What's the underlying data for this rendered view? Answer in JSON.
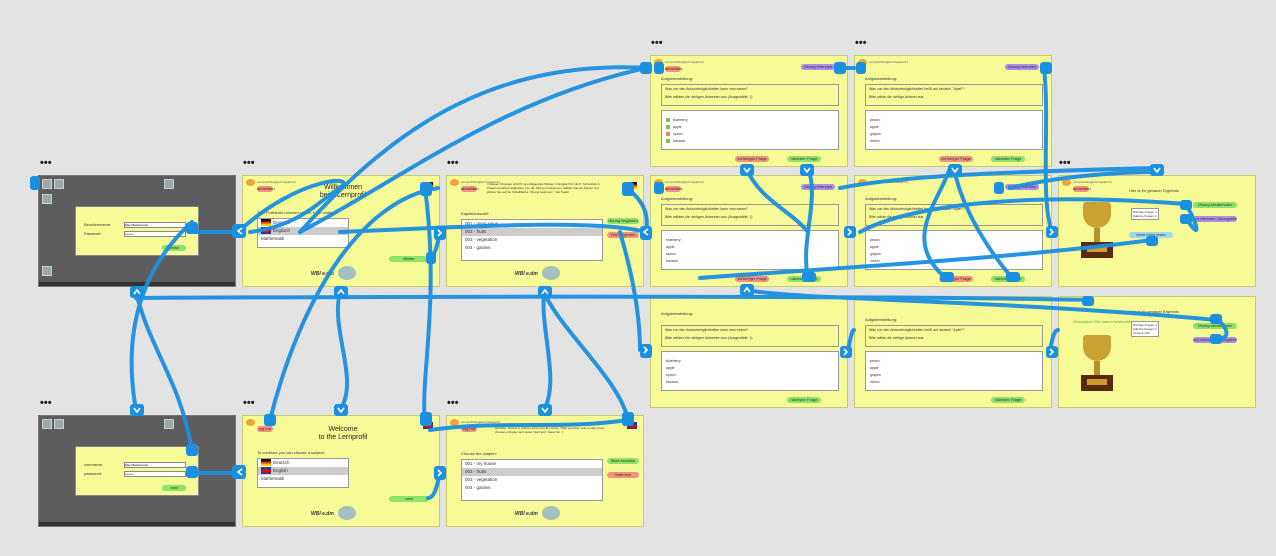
{
  "frame_menu_label": "•••",
  "common": {
    "header_line": "Lernprofil Englisch Kapitel 01",
    "login_badge": "abmelden",
    "login_badge_en": "log out",
    "brand": "WBI e.dm",
    "partner": "Pädagogisch Bildungsentwicklung"
  },
  "login_de": {
    "user_label": "Benutzername:",
    "pass_label": "Passwort:",
    "user_value": "Max Mustermann",
    "pass_value": "••••••••",
    "button": "Weiter"
  },
  "login_en": {
    "user_label": "username:",
    "pass_label": "password:",
    "user_value": "Max Mustermann",
    "pass_value": "••••••••",
    "button": "next"
  },
  "welcome_de": {
    "title_line1": "Willkommen",
    "title_line2": "beim Lernprofil",
    "prompt": "Zum Fortfahren können sie ein Fach wählen:",
    "subjects": [
      "Deutsch",
      "Englisch",
      "Mathematik"
    ],
    "button": "Weiter"
  },
  "welcome_en": {
    "title_line1": "Welcome",
    "title_line2": "to the Lernprofil",
    "prompt": "To continue you can choose a subject:",
    "subjects": [
      "Deutsch",
      "English",
      "Mathematik"
    ],
    "button": "next"
  },
  "chapters_de": {
    "intro": "In diesen Übungen wird Ihr grundlegendes Wissen in Englisch für die 5. Schulstufe in Zusammenarbeit aufgebaut. Um die Übung zu beginnen, wählen Sie ein Kapitel und klicken Sie auf die Schaltfläche \"Übung beginnen\". Viel Spaß!",
    "label": "Kapitelauswahl:",
    "items": [
      "001 - mein Haus",
      "002 - fruits",
      "003 - vegetation",
      "004 - garden"
    ],
    "start": "Übung beginnen",
    "learn": "Test beginnen"
  },
  "chapters_en": {
    "intro": "In this exercise, the knowledge for the 5. grade in Austria is built up. To start the exercise, choose a chapter and press the button \"Start exercise\" and to start a test choose a chapter and press \"start test\". Have fun :)",
    "label": "Choose the chapter:",
    "items": [
      "001 - my house",
      "002 - fruits",
      "003 - vegetation",
      "004 - garden"
    ],
    "start": "Start exercise",
    "learn": "Start test"
  },
  "exercise": {
    "heading": "Aufgabenstellung:",
    "q1": "Was von den Antwortmöglichkeiten kann man essen?",
    "q2": "Was von den Antwortmöglichkeiten heißt auf deutsch \"Apfel\"?",
    "hint": "Bitte wählen die richtigen Antworten aus (Ausgewählt: 1)",
    "hint2": "Bitte wähle die richtige Antwort aus.",
    "answers1": [
      "blueberry",
      "apple",
      "spoon",
      "banana"
    ],
    "answers2": [
      "peach",
      "apple",
      "grapes",
      "melon"
    ],
    "prev": "vorheriger Frage",
    "next": "nächster Frage",
    "finish": "Übung beenden"
  },
  "results": {
    "title": "Hier is Ihr genauer Ergebnis",
    "congrats": "Gratulation! Sie haben bestanden!",
    "stats": [
      [
        "Richtige Fragen",
        "4"
      ],
      [
        "Falsche Fragen",
        "0"
      ],
      [
        "Gesamt",
        "100"
      ]
    ],
    "btn1": "Übung wiederholen",
    "btn2": "zur nächsten Übungsteil",
    "btn3": "Mehr Infos lesen"
  }
}
